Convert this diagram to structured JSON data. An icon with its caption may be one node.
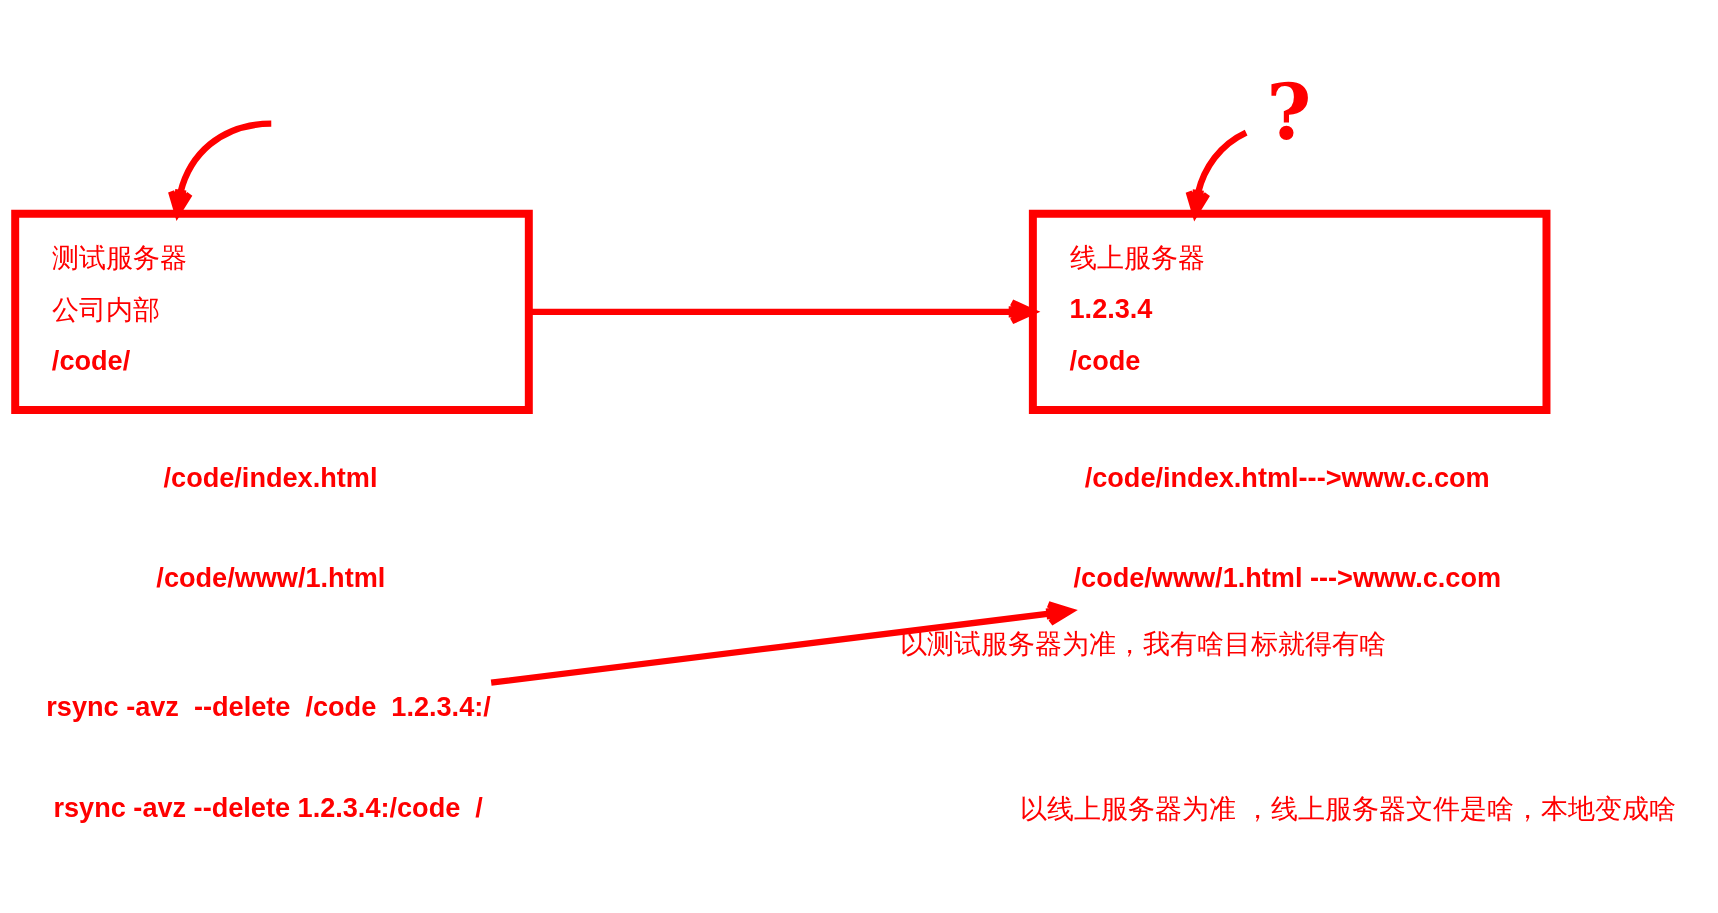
{
  "diagram": {
    "nodes": [
      {
        "text": [
          "?"
        ]
      },
      {
        "text": [
          "测试服务器",
          "公司内部",
          "/code/"
        ]
      },
      {
        "text": [
          "线上服务器",
          "1.2.3.4",
          "/code"
        ]
      },
      {
        "text": [
          "/code/www/1.html --->www.c.com"
        ]
      },
      {
        "text": [
          "rsync -avz  --delete  /code  1.2.3.4:/"
        ]
      }
    ],
    "edges": [
      {
        "from": null,
        "to": 1,
        "arrow": "to"
      },
      {
        "from": 1,
        "to": 2,
        "arrow": "to"
      },
      {
        "from": 0,
        "to": 2,
        "arrow": "to"
      },
      {
        "from": 4,
        "to": 3,
        "arrow": "to",
        "label": "以测试服务器为准，我有啥目标就得有啥"
      }
    ],
    "labels": [
      "/code/index.html",
      "/code/index.html--->www.c.com",
      "/code/www/1.html",
      "rsync -avz --delete 1.2.3.4:/code  /",
      "以线上服务器为准 ，线上服务器文件是啥，本地变成啥"
    ]
  }
}
